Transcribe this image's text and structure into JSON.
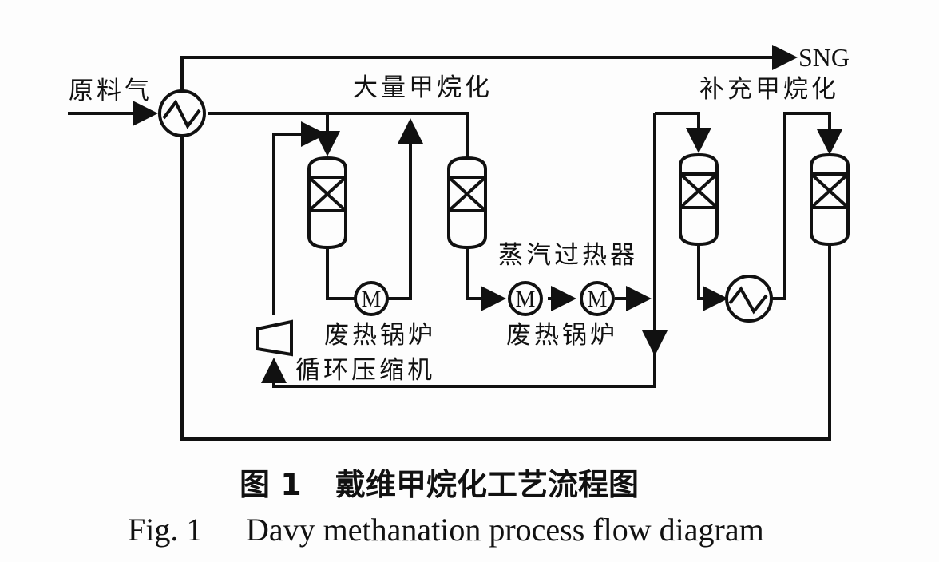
{
  "diagram": {
    "labels": {
      "feed_gas": "原料气",
      "bulk_methanation": "大量甲烷化",
      "trim_methanation": "补充甲烷化",
      "product": "SNG",
      "steam_superheater": "蒸汽过热器",
      "waste_heat_boiler_1": "废热锅炉",
      "waste_heat_boiler_2": "废热锅炉",
      "recycle_compressor": "循环压缩机"
    },
    "symbols": {
      "motor_mark": "M"
    },
    "nodes": [
      {
        "id": "feed-heat-exchanger",
        "type": "heat-exchanger"
      },
      {
        "id": "bulk-reactor-1",
        "type": "reactor"
      },
      {
        "id": "bulk-reactor-2",
        "type": "reactor"
      },
      {
        "id": "waste-heat-boiler-1",
        "type": "boiler"
      },
      {
        "id": "steam-superheater",
        "type": "boiler"
      },
      {
        "id": "waste-heat-boiler-2",
        "type": "boiler"
      },
      {
        "id": "recycle-compressor",
        "type": "compressor"
      },
      {
        "id": "trim-reactor-1",
        "type": "reactor"
      },
      {
        "id": "trim-heat-exchanger",
        "type": "heat-exchanger"
      },
      {
        "id": "trim-reactor-2",
        "type": "reactor"
      }
    ]
  },
  "caption": {
    "cn_number": "图 1",
    "cn_title": "戴维甲烷化工艺流程图",
    "en_number": "Fig. 1",
    "en_title": "Davy methanation process flow diagram"
  }
}
